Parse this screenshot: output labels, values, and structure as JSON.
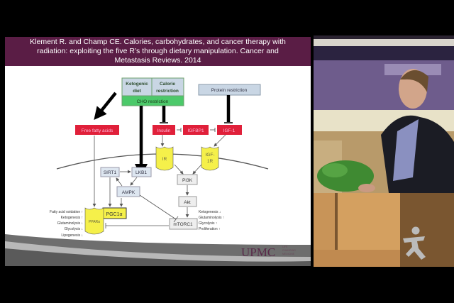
{
  "slide": {
    "citation_lines": [
      "Klement R. and Champ CE.  Calories, carbohydrates, and cancer therapy with",
      "radiation: exploiting the five R’s through dietary manipulation. Cancer and",
      "Metastasis Reviews. 2014"
    ],
    "diagram": {
      "ketogenic_diet": [
        "Ketogenic",
        "diet"
      ],
      "calorie_restriction": [
        "Calorie",
        "restriction"
      ],
      "cho_restriction": "CHO restriction",
      "protein_restriction": "Protein restriction",
      "free_fatty_acids": "Free fatty acids",
      "insulin": "Insulin",
      "igfbp1": "IGFBP1",
      "igf1": "IGF-1",
      "ir": "IR",
      "igf1r": [
        "IGF-",
        "1R"
      ],
      "sirt1": "SIRT1",
      "lkb1": "LKB1",
      "ampk": "AMPK",
      "pi3k": "PI3K",
      "akt": "Akt",
      "mtorc1": "mTORC1",
      "pgc1a": "PGC1α",
      "ppara": "PPARα",
      "ppar_effects": [
        "Fatty acid oxidation ↑",
        "Ketogenesis ↑",
        "Glutaminolysis ↓",
        "Glycolysis ↓",
        "Lipogenesis ↓"
      ],
      "mtor_effects": [
        "Ketogenesis ↓",
        "Glutaminolysis ↑",
        "Glycolysis ↑",
        "Proliferation ↑"
      ]
    },
    "logo": {
      "name": "UPMC",
      "tagline": [
        "LIFE",
        "CHANGING",
        "MEDICINE"
      ]
    },
    "colors": {
      "header": "#5a1d45",
      "red": "#e0203a",
      "green": "#4cc96a",
      "yellow": "#f5f04a",
      "blue_box": "#dde6f0"
    }
  },
  "video": {
    "watermark_icon": "running-person-icon"
  }
}
